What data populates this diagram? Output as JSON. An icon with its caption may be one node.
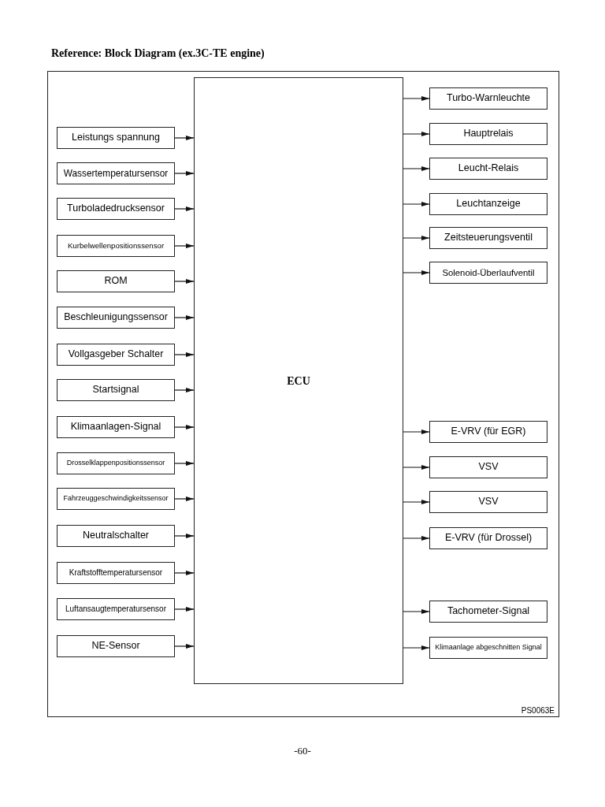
{
  "diagram": {
    "title": "Reference: Block Diagram (ex.3C-TE engine)",
    "nodes": [
      {
        "text": [
          "ECU"
        ]
      },
      {
        "text": [
          "Leistungs spannung"
        ]
      },
      {
        "text": [
          "Wassertemperatursensor"
        ]
      },
      {
        "text": [
          "Turboladedrucksensor"
        ]
      },
      {
        "text": [
          "Kurbelwellenpositionssensor"
        ]
      },
      {
        "text": [
          "ROM"
        ]
      },
      {
        "text": [
          "Beschleunigungssensor"
        ]
      },
      {
        "text": [
          "Vollgasgeber Schalter"
        ]
      },
      {
        "text": [
          "Startsignal"
        ]
      },
      {
        "text": [
          "Klimaanlagen-Signal"
        ]
      },
      {
        "text": [
          "Drosselklappenpositionssensor"
        ]
      },
      {
        "text": [
          "Fahrzeuggeschwindigkeitssensor"
        ]
      },
      {
        "text": [
          "Neutralschalter"
        ]
      },
      {
        "text": [
          "Kraftstofftemperatursensor"
        ]
      },
      {
        "text": [
          "Luftansaugtemperatursensor"
        ]
      },
      {
        "text": [
          "NE-Sensor"
        ]
      },
      {
        "text": [
          "Turbo-Warnleuchte"
        ]
      },
      {
        "text": [
          "Hauptrelais"
        ]
      },
      {
        "text": [
          "Leucht-Relais"
        ]
      },
      {
        "text": [
          "Leuchtanzeige"
        ]
      },
      {
        "text": [
          "Zeitsteuerungsventil"
        ]
      },
      {
        "text": [
          "Solenoid-Überlaufventil"
        ]
      },
      {
        "text": [
          "E-VRV (für EGR)"
        ]
      },
      {
        "text": [
          "VSV"
        ]
      },
      {
        "text": [
          "VSV"
        ]
      },
      {
        "text": [
          "E-VRV (für Drossel)"
        ]
      },
      {
        "text": [
          "Tachometer-Signal"
        ]
      },
      {
        "text": [
          "Klimaanlage abgeschnitten Signal"
        ]
      }
    ],
    "edges": [
      {
        "from": 1,
        "to": 0,
        "arrow": "to"
      },
      {
        "from": 2,
        "to": 0,
        "arrow": "to"
      },
      {
        "from": 3,
        "to": 0,
        "arrow": "to"
      },
      {
        "from": 4,
        "to": 0,
        "arrow": "to"
      },
      {
        "from": 5,
        "to": 0,
        "arrow": "to"
      },
      {
        "from": 6,
        "to": 0,
        "arrow": "to"
      },
      {
        "from": 7,
        "to": 0,
        "arrow": "to"
      },
      {
        "from": 8,
        "to": 0,
        "arrow": "to"
      },
      {
        "from": 9,
        "to": 0,
        "arrow": "to"
      },
      {
        "from": 10,
        "to": 0,
        "arrow": "to"
      },
      {
        "from": 11,
        "to": 0,
        "arrow": "to"
      },
      {
        "from": 12,
        "to": 0,
        "arrow": "to"
      },
      {
        "from": 13,
        "to": 0,
        "arrow": "to"
      },
      {
        "from": 14,
        "to": 0,
        "arrow": "to"
      },
      {
        "from": 15,
        "to": 0,
        "arrow": "to"
      },
      {
        "from": 0,
        "to": 16,
        "arrow": "to"
      },
      {
        "from": 0,
        "to": 17,
        "arrow": "to"
      },
      {
        "from": 0,
        "to": 18,
        "arrow": "to"
      },
      {
        "from": 0,
        "to": 19,
        "arrow": "to"
      },
      {
        "from": 0,
        "to": 20,
        "arrow": "to"
      },
      {
        "from": 0,
        "to": 21,
        "arrow": "to"
      },
      {
        "from": 0,
        "to": 22,
        "arrow": "to"
      },
      {
        "from": 0,
        "to": 23,
        "arrow": "to"
      },
      {
        "from": 0,
        "to": 24,
        "arrow": "to"
      },
      {
        "from": 0,
        "to": 25,
        "arrow": "to"
      },
      {
        "from": 0,
        "to": 26,
        "arrow": "to"
      },
      {
        "from": 0,
        "to": 27,
        "arrow": "to"
      }
    ],
    "labels": [
      "PS0063E",
      "-60-"
    ]
  }
}
